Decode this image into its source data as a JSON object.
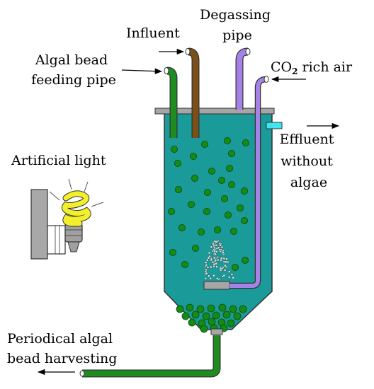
{
  "diagram": {
    "labels": {
      "influent": "Influent",
      "degassing": [
        "Degassing",
        "pipe"
      ],
      "algal_feed": [
        "Algal bead",
        "feeding pipe"
      ],
      "co2": {
        "prefix": "CO",
        "subscript": "2",
        "suffix": " rich air"
      },
      "effluent": [
        "Effluent",
        "without",
        "algae"
      ],
      "light": "Artificial light",
      "harvest": [
        "Periodical algal",
        "bead harvesting"
      ]
    },
    "colors": {
      "reactor": "#1a9a98",
      "lid": "#a6a6a6",
      "green_pipe": "#1e8c1e",
      "bead": "#158a15",
      "brown_pipe": "#7a4f1a",
      "violet_pipe": "#a782e6",
      "cyan_pipe": "#3fe6f0",
      "lamp_bulb": "#f3ef2a",
      "lamp_base": "#a0a0a0",
      "wall": "#a8a8a8"
    },
    "icons": [
      "fluorescent-bulb-icon",
      "arrow-icon"
    ]
  }
}
